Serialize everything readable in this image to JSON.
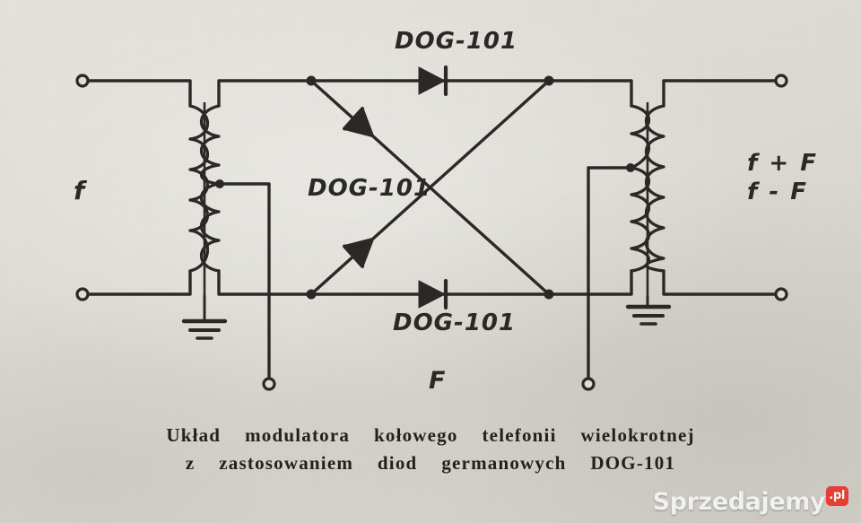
{
  "figure": {
    "type": "electronic-schematic",
    "subject": "ring modulator circuit for multiplex telephony using DOG-101 germanium diodes",
    "paper_color": "#dfddd7",
    "ink_color": "#2b2925"
  },
  "labels": {
    "diode_top": "DOG-101",
    "diode_middle": "DOG-101",
    "diode_bottom": "DOG-101",
    "input_signal": "f",
    "carrier_signal": "F",
    "output_sum": "f + F",
    "output_diff": "f - F"
  },
  "caption": {
    "line1": "Układ  modulatora  kołowego  telefonii  wielokrotnej",
    "line2": "z  zastosowaniem  diod  germanowych  DOG-101"
  },
  "watermark": {
    "name": "Sprzedajemy",
    "tld": ".pl",
    "badge_color": "#e8352b"
  },
  "components": {
    "transformer_left": "input transformer with center-tapped secondary",
    "transformer_right": "output transformer with center-tapped primary",
    "diode_count": 4,
    "ground_count": 2,
    "terminal_count": 6
  }
}
